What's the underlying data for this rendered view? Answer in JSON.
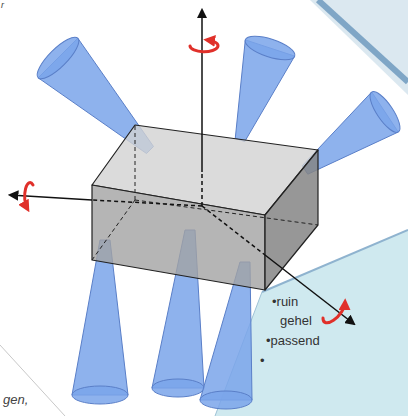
{
  "diagram": {
    "labels": [
      "r",
      "gen,",
      "•ruin",
      "gehel",
      "•passend",
      "•"
    ]
  }
}
